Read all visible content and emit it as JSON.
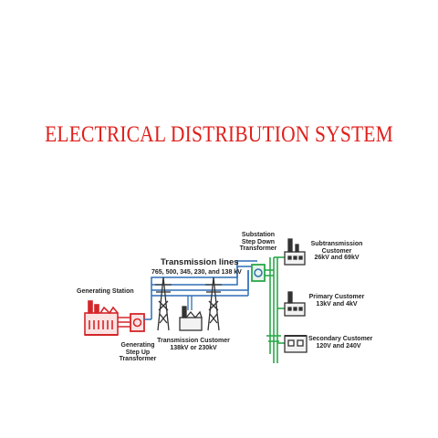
{
  "title": "ELECTRICAL DISTRIBUTION SYSTEM",
  "labels": {
    "generating_station": "Generating Station",
    "generating_transformer": [
      "Generating",
      "Step Up",
      "Transformer"
    ],
    "transmission_lines": "Transmission lines",
    "transmission_voltages": "765, 500, 345, 230, and 138 kV",
    "transmission_customer": [
      "Transmission Customer",
      "138kV or 230kV"
    ],
    "substation": [
      "Substation",
      "Step Down",
      "Transformer"
    ],
    "subtransmission_customer": [
      "Subtransmission",
      "Customer",
      "26kV and 69kV"
    ],
    "primary_customer": [
      "Primary Customer",
      "13kV and 4kV"
    ],
    "secondary_customer": [
      "Secondary Customer",
      "120V and 240V"
    ]
  },
  "colors": {
    "title": "#e0201c",
    "generation": "#d4262a",
    "transmission": "#2e6fb5",
    "distribution": "#2aa84a",
    "structures": "#333333"
  }
}
